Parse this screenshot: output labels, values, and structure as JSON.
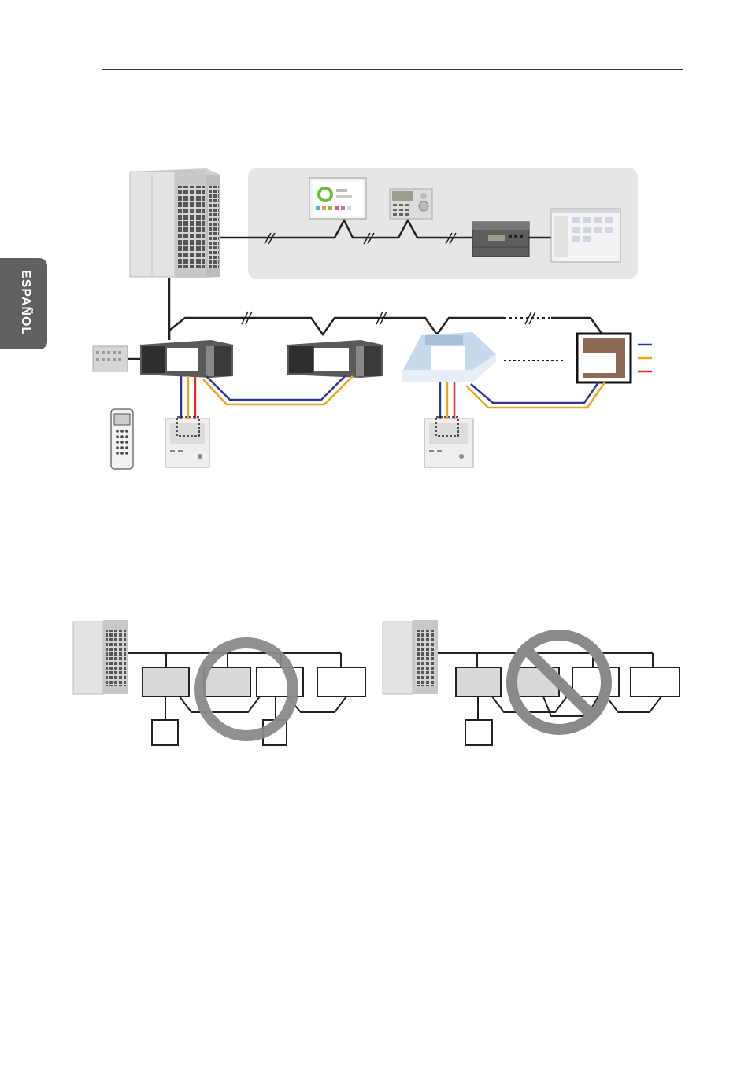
{
  "sidebar": {
    "language_tab": "ESPAÑOL"
  },
  "colors": {
    "wire_blue": "#2f3a8f",
    "wire_orange": "#f0a51c",
    "wire_red": "#e0302a",
    "panel_gray": "#e8e8e8",
    "unit_gray": "#d9d9d9",
    "ok_circle": "#8a8a8a",
    "no_circle": "#8a8a8a"
  },
  "icons": {
    "outdoor_unit": "outdoor-unit-icon",
    "central_controller": "touch-controller-icon",
    "simple_controller": "keypad-controller-icon",
    "gateway": "gateway-icon",
    "pc_software": "software-window-icon",
    "duct_unit": "duct-unit-icon",
    "cassette_unit": "cassette-unit-icon",
    "wall_controller": "wired-remote-icon",
    "ir_remote": "ir-remote-icon",
    "sensor_box": "sensor-box-icon"
  },
  "diagrams": {
    "correct_wiring": {
      "status": "allowed",
      "symbol": "circle"
    },
    "incorrect_wiring": {
      "status": "forbidden",
      "symbol": "prohibited"
    }
  }
}
